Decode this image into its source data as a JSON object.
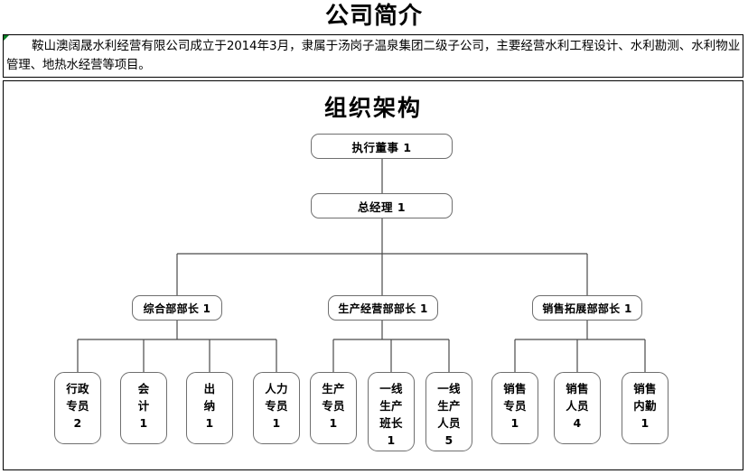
{
  "document": {
    "company_title": "公司简介",
    "intro_paragraph": "鞍山澳阔晟水利经营有限公司成立于2014年3月，隶属于汤岗子温泉集团二级子公司，主要经营水利工程设计、水利勘测、水利物业管理、地热水经营等项目。",
    "org_title": "组织架构"
  },
  "org_chart": {
    "level1": {
      "label": "执行董事",
      "count": "1"
    },
    "level2": {
      "label": "总经理",
      "count": "1"
    },
    "level3": [
      {
        "label": "综合部部长",
        "count": "1"
      },
      {
        "label": "生产经营部部长",
        "count": "1"
      },
      {
        "label": "销售拓展部部长",
        "count": "1"
      }
    ],
    "level4": [
      {
        "lines": [
          "行政",
          "专员"
        ],
        "count": "2",
        "parent": "综合部部长"
      },
      {
        "lines": [
          "会",
          "计"
        ],
        "count": "1",
        "parent": "综合部部长"
      },
      {
        "lines": [
          "出",
          "纳"
        ],
        "count": "1",
        "parent": "综合部部长"
      },
      {
        "lines": [
          "人力",
          "专员"
        ],
        "count": "1",
        "parent": "综合部部长"
      },
      {
        "lines": [
          "生产",
          "专员"
        ],
        "count": "1",
        "parent": "生产经营部部长"
      },
      {
        "lines": [
          "一线",
          "生产",
          "班长"
        ],
        "count": "1",
        "parent": "生产经营部部长"
      },
      {
        "lines": [
          "一线",
          "生产",
          "人员"
        ],
        "count": "5",
        "parent": "生产经营部部长"
      },
      {
        "lines": [
          "销售",
          "专员"
        ],
        "count": "1",
        "parent": "销售拓展部部长"
      },
      {
        "lines": [
          "销售",
          "人员"
        ],
        "count": "4",
        "parent": "销售拓展部部长"
      },
      {
        "lines": [
          "销售",
          "内勤"
        ],
        "count": "1",
        "parent": "销售拓展部部长"
      }
    ]
  },
  "colors": {
    "border": "#000000",
    "node_border": "#6f6f6f",
    "connector": "#4a4a4a",
    "comment_flag": "#0a7d26",
    "text": "#000000"
  }
}
